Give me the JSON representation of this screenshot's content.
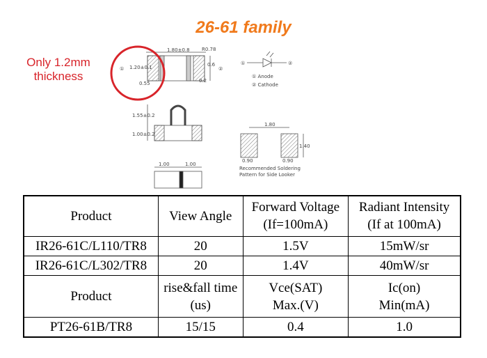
{
  "title": "26-61 family",
  "callout": {
    "line1": "Only 1.2mm",
    "line2": "thickness"
  },
  "drawing": {
    "top_view": {
      "pin1": "①",
      "pin2": "②",
      "dim_h": "1.20±0.1",
      "dim_w_top": "1.80±0.8",
      "dim_r": "R0.78",
      "dim_side": "0.6",
      "dim_bottom": "0.55",
      "dim_small": "0.2"
    },
    "symbol": {
      "pin1": "①",
      "pin2": "②",
      "anode": "① Anode",
      "cathode": "② Cathode"
    },
    "side_view": {
      "dim_a": "1.55±0.2",
      "dim_b": "1.00±0.2"
    },
    "bottom_view": {
      "dim_l": "1.00",
      "dim_r": "1.00"
    },
    "solder": {
      "dim_w": "1.80",
      "dim_h": "1.40",
      "dim_l": "0.90",
      "dim_r": "0.90",
      "note_line1": "Recommended Soldering",
      "note_line2": "Pattern for Side Looker"
    },
    "annotation_color": "#d8242a"
  },
  "table": {
    "header1": {
      "product": "Product",
      "view_angle": "View Angle",
      "forward_voltage": "Forward Voltage",
      "forward_voltage_cond": "(If=100mA)",
      "radiant_intensity": "Radiant Intensity",
      "radiant_intensity_cond": "(If at 100mA)"
    },
    "rows1": [
      {
        "product": "IR26-61C/L110/TR8",
        "view_angle": "20",
        "voltage": "1.5V",
        "intensity": "15mW/sr"
      },
      {
        "product": "IR26-61C/L302/TR8",
        "view_angle": "20",
        "voltage": "1.4V",
        "intensity": "40mW/sr"
      }
    ],
    "header2": {
      "product": "Product",
      "rise_fall": "rise&fall time",
      "rise_fall_unit": "(us)",
      "vce": "Vce(SAT)",
      "vce_unit": "Max.(V)",
      "ic": "Ic(on)",
      "ic_unit": "Min(mA)"
    },
    "rows2": [
      {
        "product": "PT26-61B/TR8",
        "rise_fall": "15/15",
        "vce": "0.4",
        "ic": "1.0"
      }
    ]
  }
}
